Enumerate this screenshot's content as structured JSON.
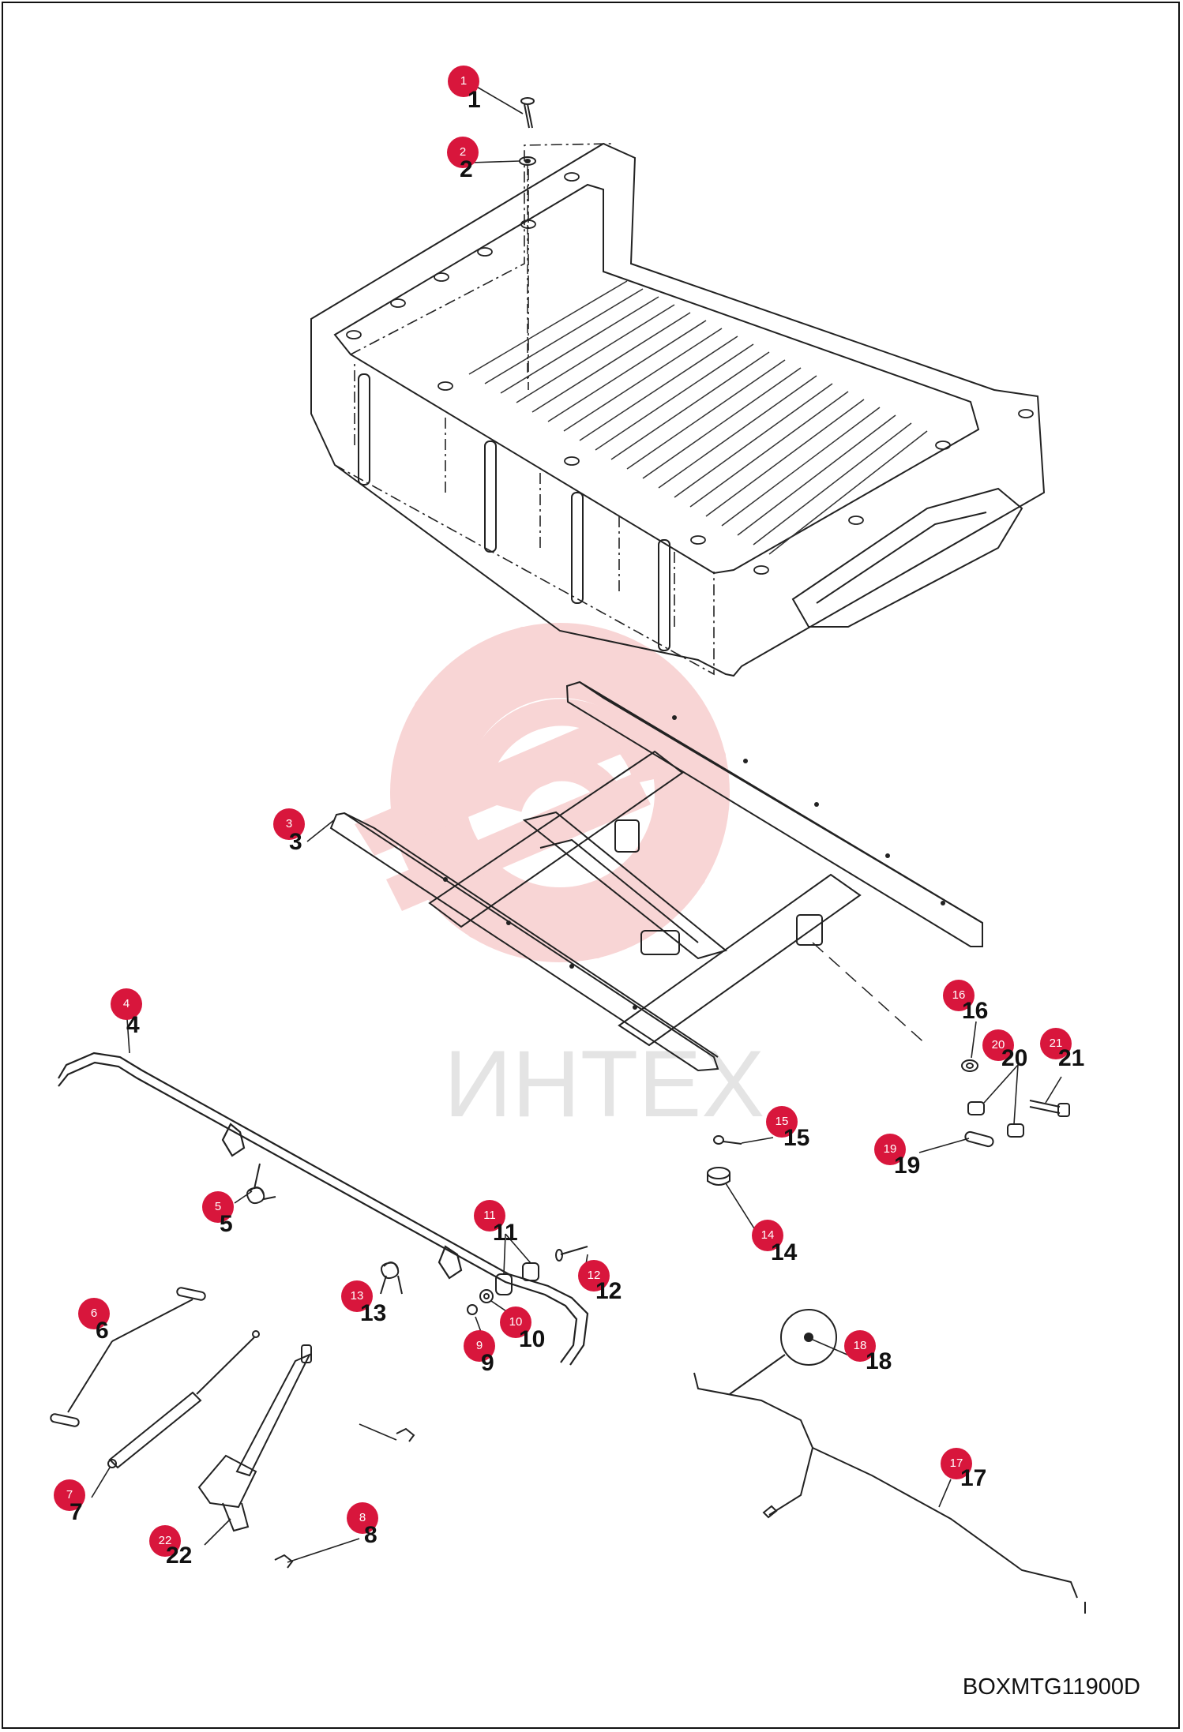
{
  "diagram": {
    "drawing_code": "BOXMTG11900D",
    "watermark_text": "ИНТЕХ",
    "callout_color": "#d8163c",
    "watermark_color": "#f2a6a6",
    "callouts": [
      {
        "number": "1",
        "label": "1"
      },
      {
        "number": "2",
        "label": "2"
      },
      {
        "number": "3",
        "label": "3"
      },
      {
        "number": "4",
        "label": "4"
      },
      {
        "number": "5",
        "label": "5"
      },
      {
        "number": "6",
        "label": "6"
      },
      {
        "number": "7",
        "label": "7"
      },
      {
        "number": "8",
        "label": "8"
      },
      {
        "number": "9",
        "label": "9"
      },
      {
        "number": "10",
        "label": "10"
      },
      {
        "number": "11",
        "label": "11"
      },
      {
        "number": "12",
        "label": "12"
      },
      {
        "number": "13",
        "label": "13"
      },
      {
        "number": "14",
        "label": "14"
      },
      {
        "number": "15",
        "label": "15"
      },
      {
        "number": "16",
        "label": "16"
      },
      {
        "number": "17",
        "label": "17"
      },
      {
        "number": "18",
        "label": "18"
      },
      {
        "number": "19",
        "label": "19"
      },
      {
        "number": "20",
        "label": "20"
      },
      {
        "number": "21",
        "label": "21"
      },
      {
        "number": "22",
        "label": "22"
      }
    ]
  }
}
